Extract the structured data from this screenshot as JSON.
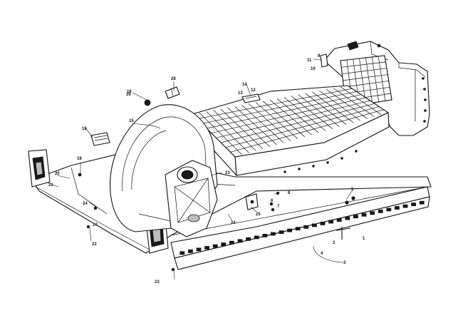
{
  "callouts": [
    {
      "id": "c-1",
      "text": "1"
    },
    {
      "id": "c-2",
      "text": "2"
    },
    {
      "id": "c-3",
      "text": "3"
    },
    {
      "id": "c-4",
      "text": "4"
    },
    {
      "id": "c-5",
      "text": "5"
    },
    {
      "id": "c-6",
      "text": "6"
    },
    {
      "id": "c-7",
      "text": "7"
    },
    {
      "id": "c-8",
      "text": "8"
    },
    {
      "id": "c-9",
      "text": "9"
    },
    {
      "id": "c-10",
      "text": "10"
    },
    {
      "id": "c-11",
      "text": "11"
    },
    {
      "id": "c-12",
      "text": "12"
    },
    {
      "id": "c-13",
      "text": "13"
    },
    {
      "id": "c-14",
      "text": "14"
    },
    {
      "id": "c-15",
      "text": "15"
    },
    {
      "id": "c-16",
      "text": "16"
    },
    {
      "id": "c-17",
      "text": "17"
    },
    {
      "id": "c-18",
      "text": "18"
    },
    {
      "id": "c-19",
      "text": "19"
    },
    {
      "id": "c-20",
      "text": "20"
    },
    {
      "id": "c-21",
      "text": "21"
    },
    {
      "id": "c-22",
      "text": "22"
    },
    {
      "id": "c-23a",
      "text": "23"
    },
    {
      "id": "c-23b",
      "text": "23"
    },
    {
      "id": "c-24a",
      "text": "24"
    },
    {
      "id": "c-24b",
      "text": "24"
    },
    {
      "id": "c-25",
      "text": "25"
    },
    {
      "id": "c-26",
      "text": "26"
    },
    {
      "id": "c-28",
      "text": "28"
    }
  ],
  "colors": {
    "line": "#111111",
    "background": "#ffffff",
    "shade": "#bdbdbd"
  }
}
